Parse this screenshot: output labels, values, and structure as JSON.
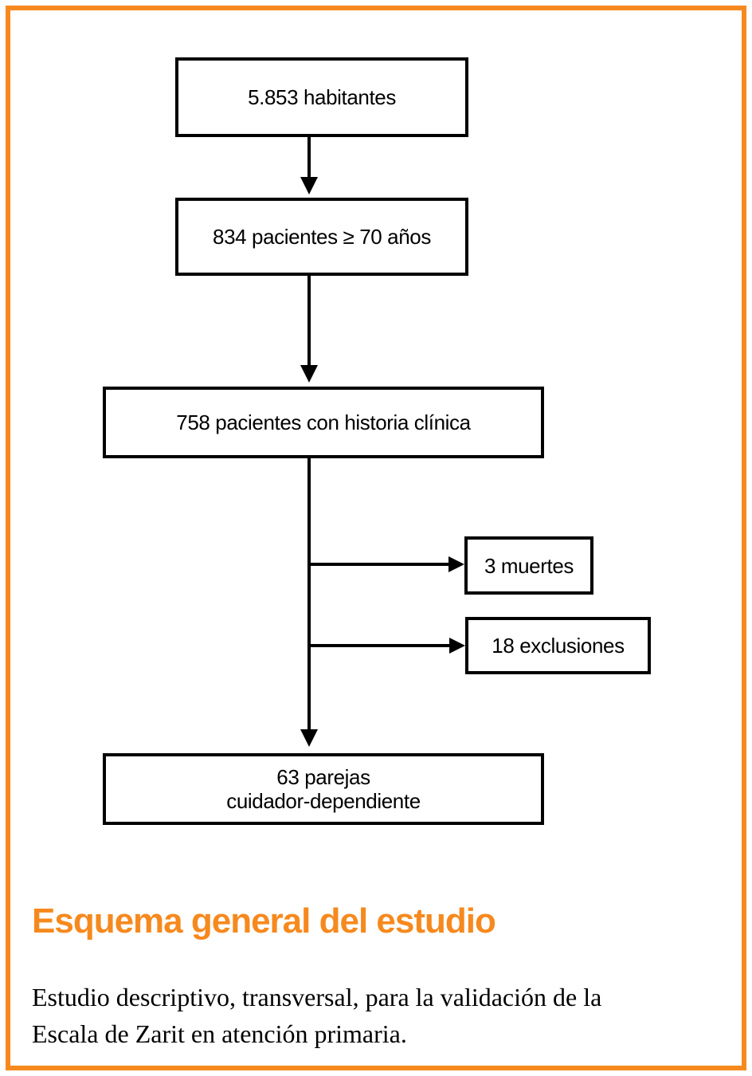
{
  "figure": {
    "type": "study-flowchart",
    "nodes": [
      {
        "id": "habitantes",
        "label": "5.853 habitantes"
      },
      {
        "id": "pacientes_70",
        "label": "834 pacientes ≥ 70 años"
      },
      {
        "id": "historia_clinica",
        "label": "758 pacientes con historia clínica"
      },
      {
        "id": "muertes",
        "label": "3 muertes"
      },
      {
        "id": "exclusiones",
        "label": "18 exclusiones"
      },
      {
        "id": "parejas",
        "line1": "63 parejas",
        "line2": "cuidador-dependiente"
      }
    ],
    "edges": [
      {
        "from": "habitantes",
        "to": "pacientes_70"
      },
      {
        "from": "pacientes_70",
        "to": "historia_clinica"
      },
      {
        "from": "historia_clinica",
        "to": "muertes"
      },
      {
        "from": "historia_clinica",
        "to": "exclusiones"
      },
      {
        "from": "historia_clinica",
        "to": "parejas"
      }
    ]
  },
  "title": "Esquema general del estudio",
  "caption": {
    "line1": "Estudio descriptivo, transversal, para la validación de la",
    "line2": "Escala de Zarit en atención primaria."
  },
  "colors": {
    "accent_orange": "#F6891E",
    "ink": "#000000",
    "background": "#FFFFFF"
  }
}
